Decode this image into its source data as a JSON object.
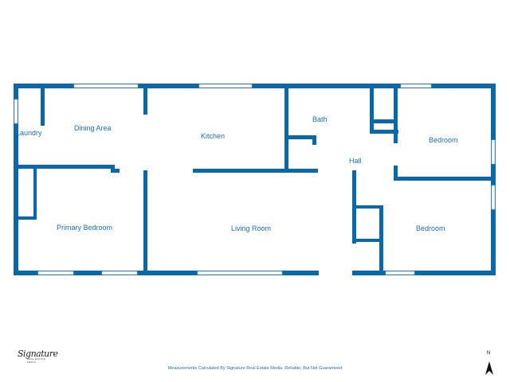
{
  "rooms": {
    "laundry": "Laundry",
    "dining": "Dining Area",
    "kitchen": "Kitchen",
    "bath": "Bath",
    "bedroom_ne": "Bedroom",
    "hall": "Hall",
    "primary_bedroom": "Primary Bedroom",
    "living_room": "Living Room",
    "bedroom_se": "Bedroom"
  },
  "footer": {
    "disclaimer": "Measurements Calculated By Signature Real Estate Media. Reliable, But Not Guaranteed",
    "logo_script": "Signature",
    "logo_sub": "REAL ESTATE MEDIA"
  },
  "compass": {
    "label": "N"
  },
  "colors": {
    "wall": "#0b68a8",
    "label": "#1f6fae",
    "window": "#c9d9e6"
  }
}
